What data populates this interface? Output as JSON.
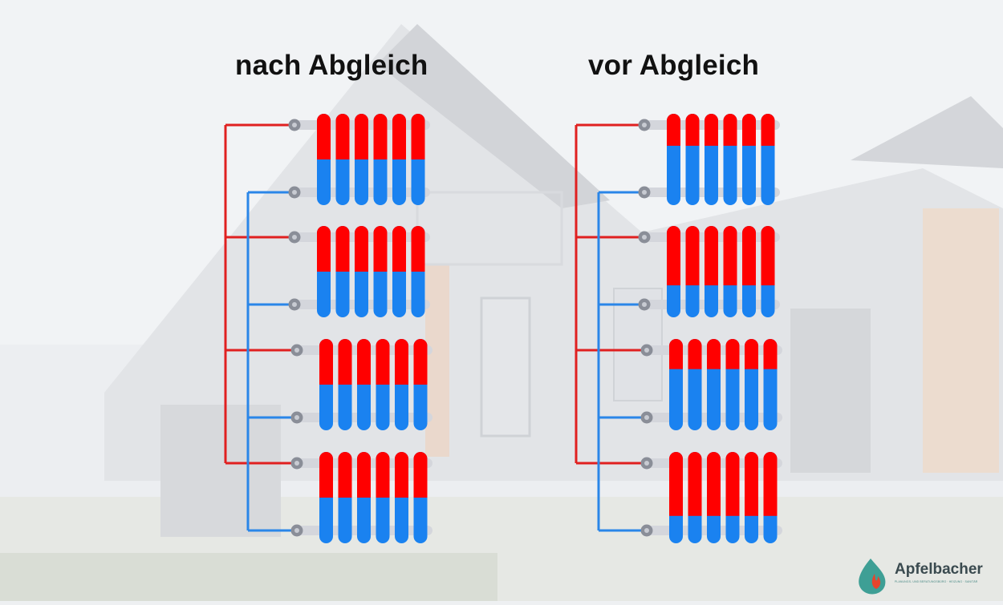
{
  "titles": {
    "left": "nach Abgleich",
    "right": "vor Abgleich"
  },
  "colors": {
    "supply": "#ff0000",
    "return": "#1a82f0",
    "supply_line": "#e02020",
    "return_line": "#2a86e8",
    "valve": "#8a8e98"
  },
  "panels": [
    {
      "id": "nach",
      "hot_fraction": [
        0.5,
        0.5,
        0.5,
        0.5
      ]
    },
    {
      "id": "vor",
      "hot_fraction": [
        0.35,
        0.65,
        0.33,
        0.7
      ]
    }
  ],
  "logo": {
    "name": "Apfelbacher",
    "tagline": "PLANUNGS- UND BERATUNGSBÜRO · HEIZUNG · SANITÄR",
    "icon": "water-drop-flame-icon"
  }
}
